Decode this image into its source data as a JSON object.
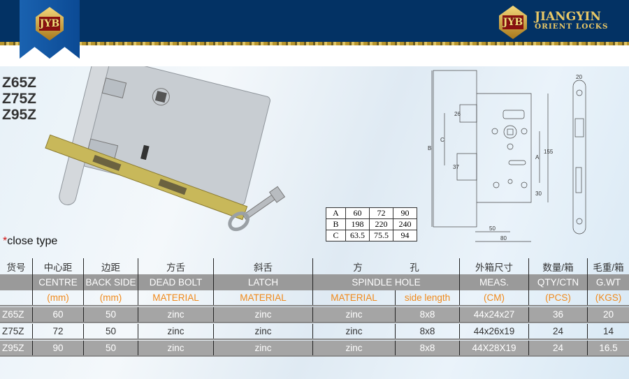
{
  "header": {
    "logo_text": "JYB",
    "brand_line1": "JIANGYIN",
    "brand_line2": "ORIENT LOCKS"
  },
  "models": [
    "Z65Z",
    "Z75Z",
    "Z95Z"
  ],
  "close_type": {
    "star": "*",
    "label": "close type"
  },
  "dimension_table": [
    [
      "A",
      "60",
      "72",
      "90"
    ],
    [
      "B",
      "198",
      "220",
      "240"
    ],
    [
      "C",
      "63.5",
      "75.5",
      "94"
    ]
  ],
  "drawing_labels": {
    "B": "B",
    "C": "C",
    "A": "A",
    "h155": "155",
    "h30": "30",
    "w50": "50",
    "w80": "80",
    "w20": "20",
    "d26": "26",
    "d37": "37"
  },
  "spec_table": {
    "cn_headers": [
      "货号",
      "中心距",
      "边距",
      "方舌",
      "斜舌",
      "方　　　　　孔",
      "外箱尺寸",
      "数量/箱",
      "毛重/箱"
    ],
    "en_headers": [
      "",
      "CENTRE",
      "BACK SIDE",
      "DEAD BOLT",
      "LATCH",
      "SPINDLE HOLE",
      "MEAS.",
      "QTY/CTN",
      "G.WT"
    ],
    "units": [
      "",
      "(mm)",
      "(mm)",
      "MATERIAL",
      "MATERIAL",
      "MATERIAL",
      "side length",
      "(CM)",
      "(PCS)",
      "(KGS)"
    ],
    "rows": [
      [
        "Z65Z",
        "60",
        "50",
        "zinc",
        "zinc",
        "zinc",
        "8x8",
        "44x24x27",
        "36",
        "20"
      ],
      [
        "Z75Z",
        "72",
        "50",
        "zinc",
        "zinc",
        "zinc",
        "8x8",
        "44x26x19",
        "24",
        "14"
      ],
      [
        "Z95Z",
        "90",
        "50",
        "zinc",
        "zinc",
        "zinc",
        "8x8",
        "44X28X19",
        "24",
        "16.5"
      ]
    ]
  }
}
